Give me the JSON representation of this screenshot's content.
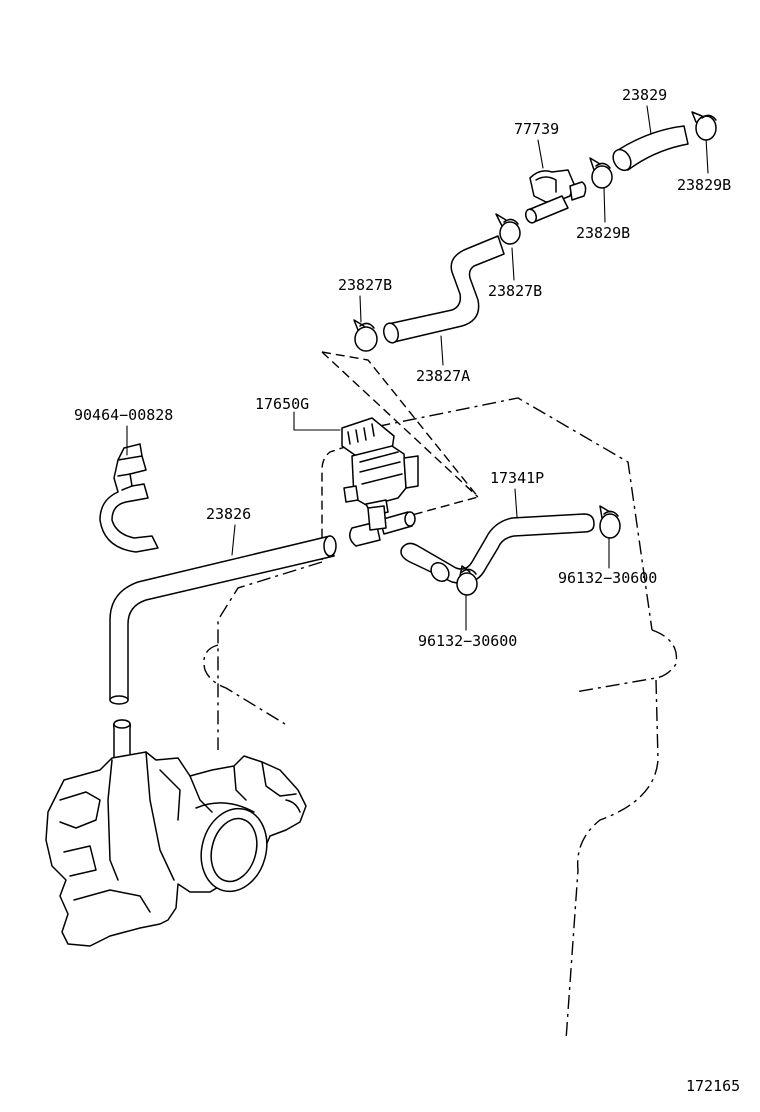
{
  "diagram": {
    "parts": {
      "p23829": "23829",
      "p77739": "77739",
      "p23829B_right": "23829B",
      "p23829B_mid": "23829B",
      "p23827B_left": "23827B",
      "p23827B_right": "23827B",
      "p23827A": "23827A",
      "p90464_00828": "90464−00828",
      "p17650G": "17650G",
      "p23826": "23826",
      "p17341P": "17341P",
      "p96132_30600_right": "96132−30600",
      "p96132_30600_bottom": "96132−30600"
    },
    "figure_number": "172165"
  }
}
